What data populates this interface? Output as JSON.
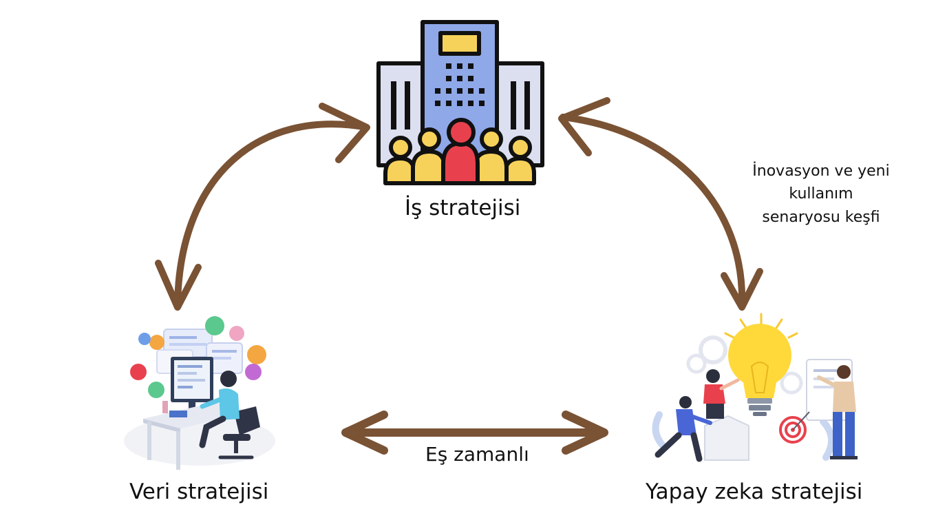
{
  "nodes": {
    "business": {
      "label": "İş stratejisi",
      "icon": "office-building-team-icon"
    },
    "data": {
      "label": "Veri stratejisi",
      "icon": "developer-workstation-icon"
    },
    "ai": {
      "label": "Yapay zeka stratejisi",
      "icon": "lightbulb-team-icon"
    }
  },
  "edges": {
    "business_data": {
      "label": ""
    },
    "business_ai": {
      "label": "İnovasyon ve yeni kullanım senaryosu keşfi"
    },
    "data_ai": {
      "label": "Eş zamanlı"
    }
  },
  "colors": {
    "arrow": "#7a5234",
    "building_main": "#8fa8e8",
    "building_side": "#dcdff0",
    "person_yellow": "#f7d25a",
    "person_red": "#e8414d",
    "bulb": "#ffd93a"
  }
}
